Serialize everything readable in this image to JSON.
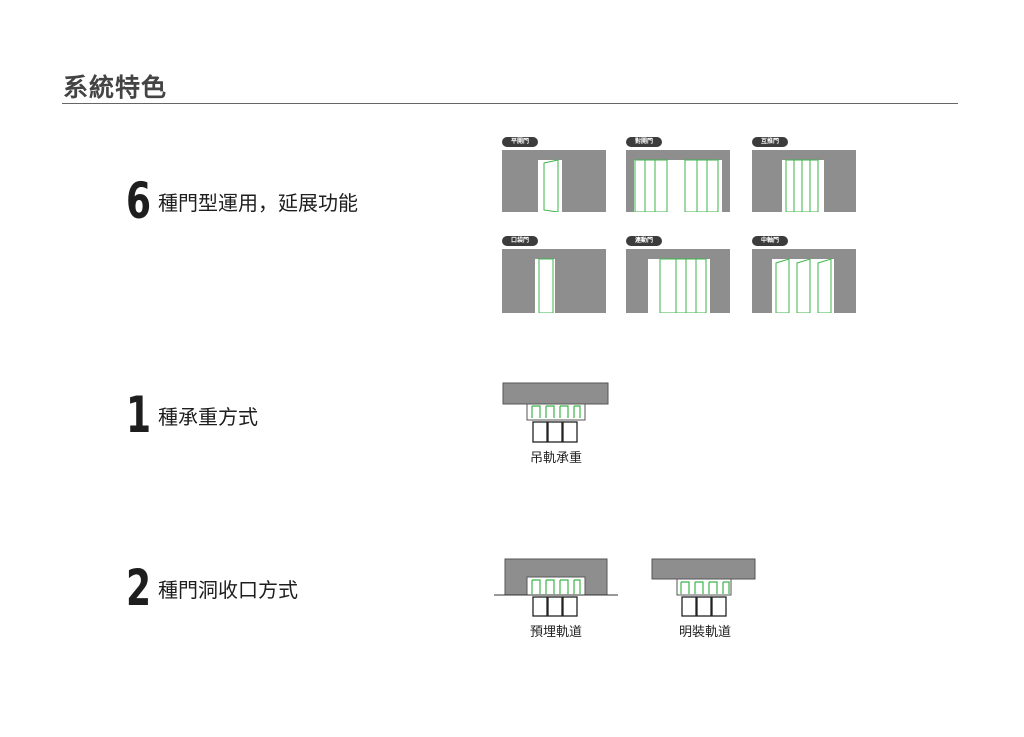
{
  "header": {
    "title": "系統特色"
  },
  "features": [
    {
      "number": "6",
      "label": "種門型運用，延展功能"
    },
    {
      "number": "1",
      "label": "種承重方式"
    },
    {
      "number": "2",
      "label": "種門洞收口方式"
    }
  ],
  "door_types": [
    {
      "label": "平開門",
      "icon": "swing-door-icon"
    },
    {
      "label": "對開門",
      "icon": "double-door-icon"
    },
    {
      "label": "互推門",
      "icon": "pocket-door-icon"
    },
    {
      "label": "口袋門",
      "icon": "hidden-door-icon"
    },
    {
      "label": "連動門",
      "icon": "linked-sliding-door-icon"
    },
    {
      "label": "中軸門",
      "icon": "pivot-door-icon"
    }
  ],
  "load_bearing": {
    "caption": "吊軌承重"
  },
  "track_options": [
    {
      "caption": "預埋軌道"
    },
    {
      "caption": "明裝軌道"
    }
  ],
  "colors": {
    "wall": "#8e8e8e",
    "door_outline": "#3cb44a",
    "title": "#444444",
    "rule": "#666666"
  }
}
